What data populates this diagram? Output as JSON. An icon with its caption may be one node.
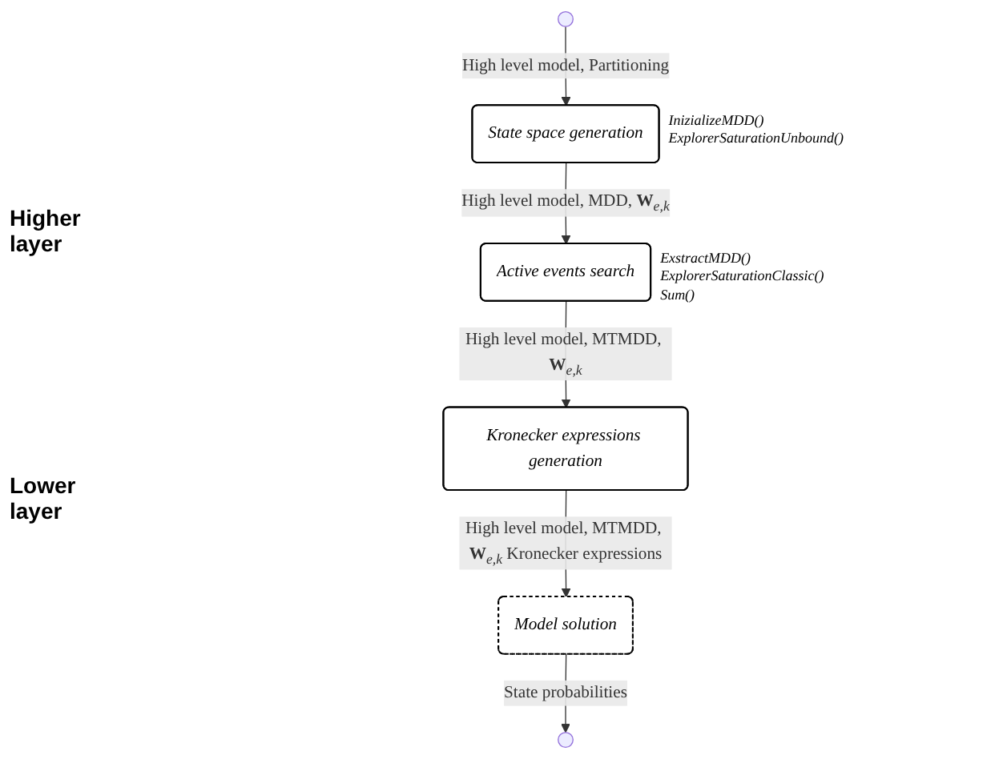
{
  "diagram": {
    "nodes": [
      {
        "text": [],
        "shape": "circle"
      },
      {
        "text": [
          "State space generation"
        ],
        "beside": [
          "InizializeMDD()",
          "ExplorerSaturationUnbound()"
        ]
      },
      {
        "text": [
          "Active events search"
        ],
        "beside": [
          "ExstractMDD()",
          "ExplorerSaturationClassic()",
          "Sum()"
        ]
      },
      {
        "text": [
          "Kronecker expressions generation"
        ]
      },
      {
        "text": [
          "Model solution"
        ]
      },
      {
        "text": [],
        "shape": "circle"
      }
    ],
    "edges": [
      {
        "from": 0,
        "to": 1,
        "arrow": "to",
        "label": "High level model, Partitioning"
      },
      {
        "from": 1,
        "to": 2,
        "arrow": "to",
        "label": "High level model, MDD, **W**$_{e,k}$"
      },
      {
        "from": 2,
        "to": 3,
        "arrow": "to",
        "label": "High level model, MTMDD, **W**$_{e,k}$"
      },
      {
        "from": 3,
        "to": 4,
        "arrow": "to",
        "label": "High level model, MTMDD, **W**$_{e,k}$ Kronecker expressions"
      },
      {
        "from": 4,
        "to": 5,
        "arrow": "to",
        "label": "State probabilities"
      }
    ],
    "labels": [
      "Higher layer",
      "Lower layer"
    ]
  }
}
